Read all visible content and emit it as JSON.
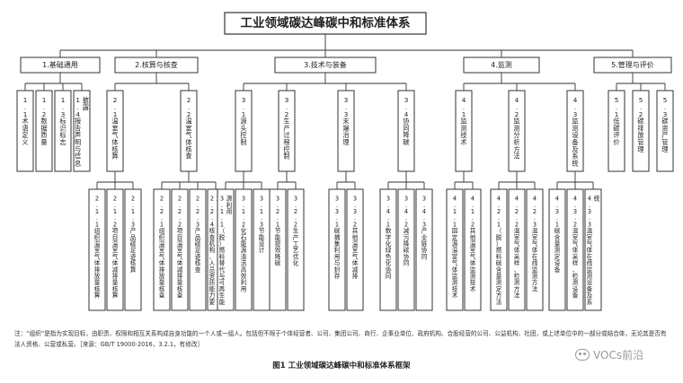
{
  "title": "工业领域碳达峰碳中和标准体系",
  "level1": [
    {
      "label": "1.基础通用"
    },
    {
      "label": "2.核算与核查"
    },
    {
      "label": "3.技术与装备"
    },
    {
      "label": "4.监测"
    },
    {
      "label": "5.管理与评价"
    }
  ],
  "level2": [
    {
      "label": "1.1术语定义",
      "parent": 0
    },
    {
      "label": "1.2数据质量",
      "parent": 0
    },
    {
      "label": "1.3标识标志",
      "parent": 0
    },
    {
      "label": "1.4报告声明与信息披露",
      "parent": 0
    },
    {
      "label": "2.1温室气体核算",
      "parent": 1
    },
    {
      "label": "2.2温室气体核查",
      "parent": 1
    },
    {
      "label": "3.1源头控制",
      "parent": 2
    },
    {
      "label": "3.2生产过程控制",
      "parent": 2
    },
    {
      "label": "3.3末端治理",
      "parent": 2
    },
    {
      "label": "3.4协同降碳",
      "parent": 2
    },
    {
      "label": "4.1监测技术",
      "parent": 3
    },
    {
      "label": "4.2监测分析方法",
      "parent": 3
    },
    {
      "label": "4.3监测设备及系统",
      "parent": 3
    },
    {
      "label": "5.1低碳评价",
      "parent": 4
    },
    {
      "label": "5.2碳排放管理",
      "parent": 4
    },
    {
      "label": "5.3碳资产管理",
      "parent": 4
    }
  ],
  "level3": [
    {
      "label": "2.1.1组织温室气体排放量核算",
      "parent": 4
    },
    {
      "label": "2.1.2项目温室气体减排量核算",
      "parent": 4
    },
    {
      "label": "2.1.3产品碳足迹核算",
      "parent": 4
    },
    {
      "label": "2.2.1组织温室气体排放量核查",
      "parent": 5
    },
    {
      "label": "2.2.2项目温室气体减排量核查",
      "parent": 5
    },
    {
      "label": "2.2.3产品碳足迹核查",
      "parent": 5
    },
    {
      "label": "2.2.4核查机构、人员资质能力要求",
      "parent": 5
    },
    {
      "label": "3.1.1（脱）燃料替代与可再生能源利用",
      "parent": 6
    },
    {
      "label": "3.1.2化石能源清洁高效利用",
      "parent": 6
    },
    {
      "label": "3.1.3节能设计",
      "parent": 6
    },
    {
      "label": "3.2.1节能提效降碳",
      "parent": 7
    },
    {
      "label": "3.2.2生产工艺优化",
      "parent": 7
    },
    {
      "label": "3.3.1碳捕集利用与封存",
      "parent": 8
    },
    {
      "label": "3.3.2其他温室气体减排",
      "parent": 8
    },
    {
      "label": "3.4.1数字化绿色化协同",
      "parent": 9
    },
    {
      "label": "3.4.2减污降碳协同",
      "parent": 9
    },
    {
      "label": "3.4.3产业链协同",
      "parent": 9
    },
    {
      "label": "4.1.1固定源温室气体监测技术",
      "parent": 10
    },
    {
      "label": "4.1.2其他温室气体监测技术",
      "parent": 10
    },
    {
      "label": "4.2.1（脱）燃料碳含量测定方法",
      "parent": 11
    },
    {
      "label": "4.2.2温室气体采样、检测方法",
      "parent": 11
    },
    {
      "label": "4.2.3温室气体在线监测方法",
      "parent": 11
    },
    {
      "label": "4.3.1碳含量测定设备",
      "parent": 12
    },
    {
      "label": "4.3.2温室气体采样、检测设备",
      "parent": 12
    },
    {
      "label": "4.3.3温室气体在线监测设备及系统",
      "parent": 12
    }
  ],
  "note": "注：“组织”是指为实现目标，由职责、权限和相互关系构成自身功能的一个人或一组人。包括但不限于个体经营者、公司、集团公司、商行、企事业单位、政府机构、合股经营的公司、公益机构、社团，或上述单位中的一部分或结合体，无论其是否有法人资格、公营或私营。［来源：GB/T 19000-2016，3.2.1，有修改］",
  "caption": "图1 工业领域碳达峰碳中和标准体系框架",
  "watermark": "VOCs前沿"
}
